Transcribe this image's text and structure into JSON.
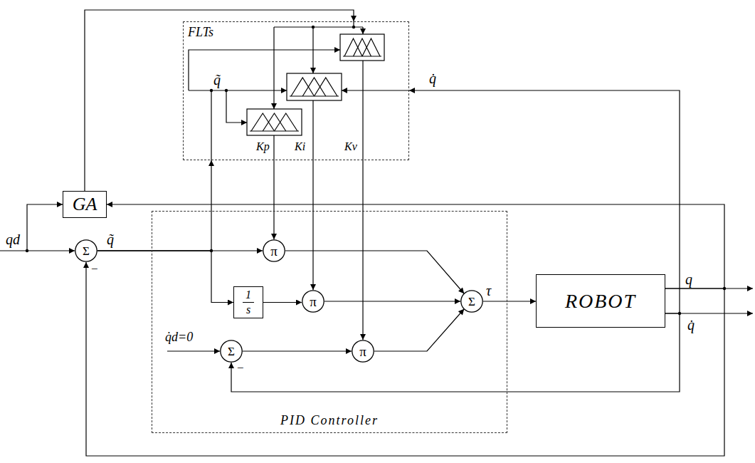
{
  "diagram": {
    "nodes": [
      {
        "text": [
          "FLTs"
        ]
      },
      {
        "text": [
          "GA"
        ]
      },
      {
        "text": [
          "PID Controller"
        ]
      },
      {
        "text": [
          "Σ"
        ]
      },
      {
        "text": [
          "π"
        ],
        "in": 2
      },
      {
        "text": [
          "1",
          "s"
        ],
        "in": 2
      },
      {
        "text": [
          "π"
        ],
        "in": 2
      },
      {
        "text": [
          "Σ"
        ],
        "in": 2
      },
      {
        "text": [
          "Σ"
        ],
        "in": 2
      },
      {
        "text": [
          "π"
        ],
        "in": 2
      },
      {
        "text": [
          "ROBOT"
        ]
      }
    ],
    "edges": [
      {
        "from": 3,
        "to": 4,
        "arrow": "to"
      },
      {
        "from": 3,
        "to": 0,
        "arrow": "to"
      },
      {
        "from": 3,
        "to": 5,
        "arrow": "to"
      },
      {
        "from": 5,
        "to": 6,
        "arrow": "to"
      },
      {
        "from": 8,
        "to": 9,
        "arrow": "to"
      },
      {
        "from": 4,
        "to": 7,
        "arrow": "to"
      },
      {
        "from": 6,
        "to": 7,
        "arrow": "to"
      },
      {
        "from": 9,
        "to": 7,
        "arrow": "to"
      },
      {
        "from": 7,
        "to": 10,
        "arrow": "to"
      },
      {
        "from": 10,
        "to": 3,
        "arrow": "to"
      },
      {
        "from": 10,
        "to": 8,
        "arrow": "to"
      },
      {
        "from": 10,
        "to": 0,
        "arrow": "to"
      },
      {
        "from": 10,
        "to": 1,
        "arrow": "to"
      },
      {
        "from": 1,
        "to": 0,
        "arrow": "to"
      },
      {
        "from": 0,
        "to": 4,
        "arrow": "to"
      },
      {
        "from": 0,
        "to": 6,
        "arrow": "to"
      },
      {
        "from": 0,
        "to": 9,
        "arrow": "to"
      }
    ],
    "labels": [
      "q̃",
      "q̇",
      "Kp",
      "Ki",
      "Kv",
      "qd",
      "q̃",
      "q̇d=0",
      "−",
      "−",
      "τ",
      "q",
      "q̇"
    ]
  }
}
